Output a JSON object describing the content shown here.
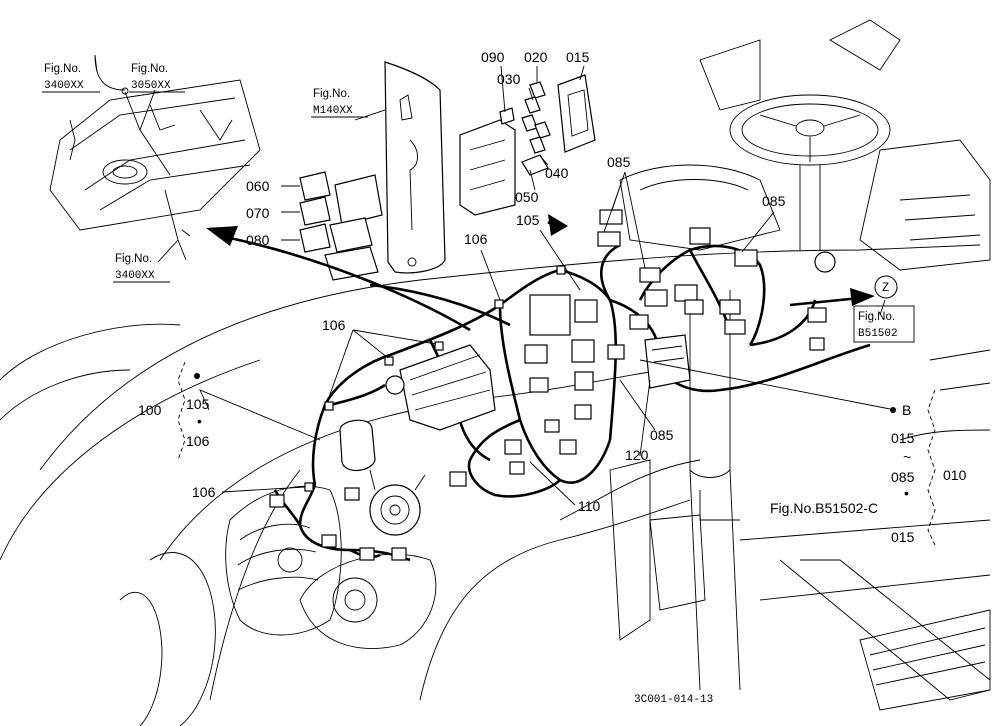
{
  "callouts": [
    {
      "id": "090",
      "text": "090"
    },
    {
      "id": "020",
      "text": "020"
    },
    {
      "id": "015",
      "text": "015"
    },
    {
      "id": "030",
      "text": "030"
    },
    {
      "id": "040",
      "text": "040"
    },
    {
      "id": "050",
      "text": "050"
    },
    {
      "id": "060",
      "text": "060"
    },
    {
      "id": "070",
      "text": "070"
    },
    {
      "id": "080",
      "text": "080"
    },
    {
      "id": "085a",
      "text": "085"
    },
    {
      "id": "085b",
      "text": "085"
    },
    {
      "id": "085c",
      "text": "085"
    },
    {
      "id": "105",
      "text": "105"
    },
    {
      "id": "106a",
      "text": "106"
    },
    {
      "id": "106b",
      "text": "106"
    },
    {
      "id": "106c",
      "text": "106"
    },
    {
      "id": "100",
      "text": "100"
    },
    {
      "id": "120",
      "text": "120"
    },
    {
      "id": "110",
      "text": "110"
    },
    {
      "id": "010",
      "text": "010"
    }
  ],
  "fig_refs": {
    "fig_label": "Fig.No.",
    "ref_3400_top": "3400XX",
    "ref_3050": "3050XX",
    "ref_3400_bottom": "3400XX",
    "ref_m140": "M140XX",
    "ref_b51502": "B51502",
    "b51502_c": "Fig.No.B51502-C"
  },
  "markers": {
    "z": "Z",
    "b": "B"
  },
  "group_100": {
    "top": "105",
    "dot": "•",
    "bottom": "106"
  },
  "group_010": {
    "a": "015",
    "tilde": "~",
    "b": "085",
    "dot": "•",
    "c": "015"
  },
  "drawing_code": "3C001-014-13"
}
